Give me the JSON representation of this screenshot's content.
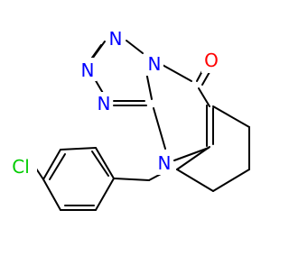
{
  "molecule": {
    "atom_labels": [
      {
        "id": "n-triazole-top",
        "text": "N",
        "color": "#0000ff"
      },
      {
        "id": "n-triazole-bridge",
        "text": "N",
        "color": "#0000ff"
      },
      {
        "id": "n-triazole-left",
        "text": "N",
        "color": "#0000ff"
      },
      {
        "id": "n-ring-benzyl",
        "text": "N",
        "color": "#0000ff"
      },
      {
        "id": "o-carbonyl",
        "text": "O",
        "color": "#ff0000"
      },
      {
        "id": "cl-chloro",
        "text": "Cl",
        "color": "#00cc00"
      }
    ],
    "bond_color": "#000000"
  }
}
